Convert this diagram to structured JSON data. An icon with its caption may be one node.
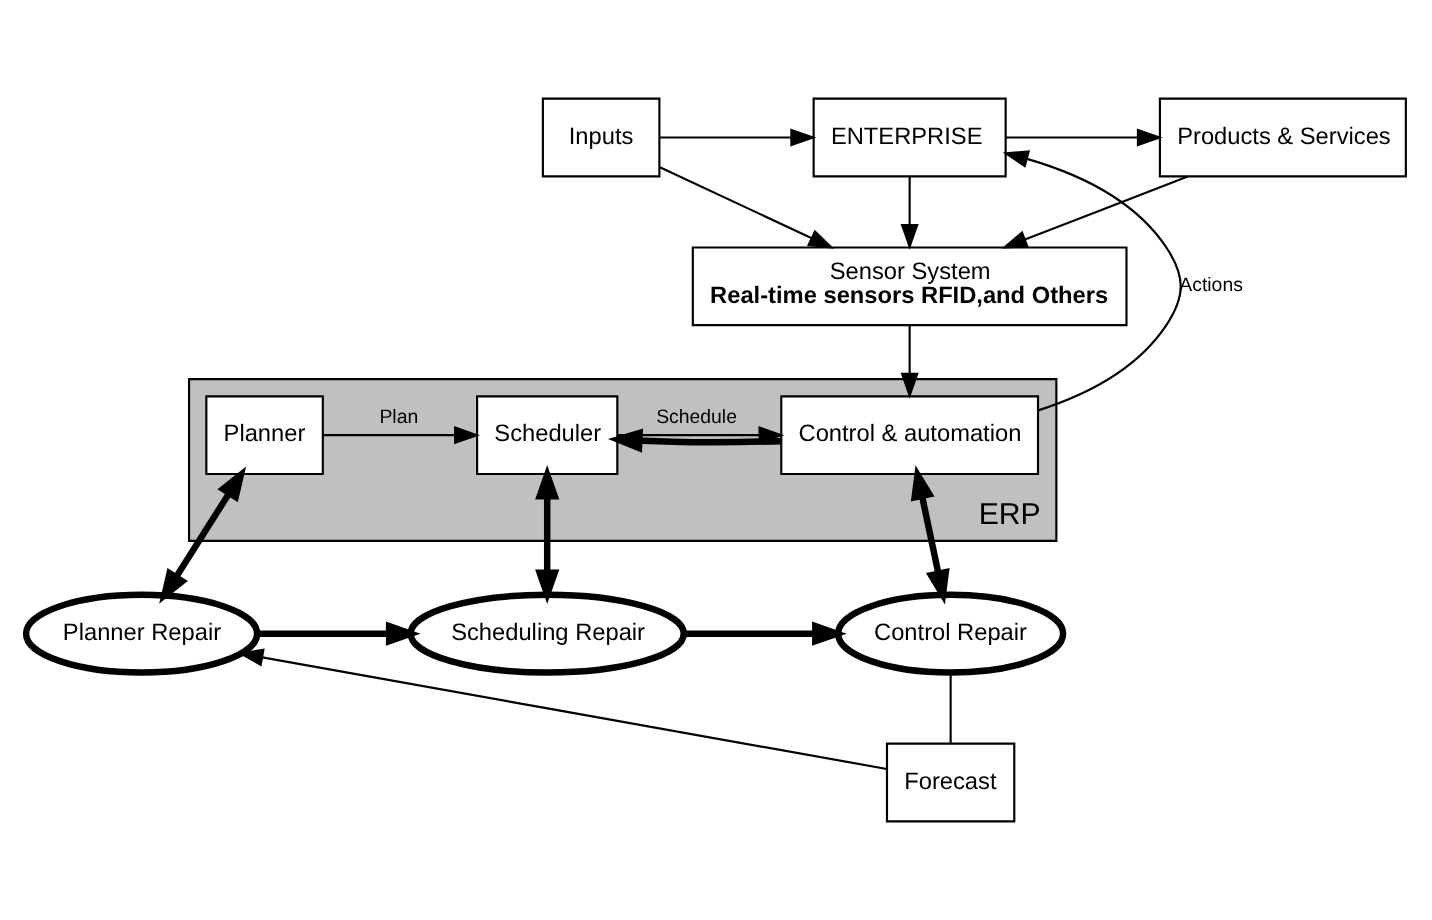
{
  "diagram": {
    "nodes": [
      {
        "text": [
          "Inputs"
        ]
      },
      {
        "text": [
          "ENTERPRISE"
        ]
      },
      {
        "text": [
          "Products & Services"
        ]
      },
      {
        "text": [
          "Sensor System",
          "Real-time sensors RFID,and Others"
        ]
      },
      {
        "text": [
          "ERP"
        ]
      },
      {
        "text": [
          "Planner"
        ],
        "in": 4
      },
      {
        "text": [
          "Scheduler"
        ],
        "in": 4
      },
      {
        "text": [
          "Control & automation"
        ],
        "in": 4
      },
      {
        "text": [
          "Planner Repair"
        ]
      },
      {
        "text": [
          "Scheduling Repair"
        ]
      },
      {
        "text": [
          "Control Repair"
        ]
      },
      {
        "text": [
          "Forecast"
        ]
      }
    ],
    "edges": [
      {
        "from": 0,
        "to": 1,
        "arrow": "to"
      },
      {
        "from": 1,
        "to": 2,
        "arrow": "to"
      },
      {
        "from": 0,
        "to": 3,
        "arrow": "to"
      },
      {
        "from": 1,
        "to": 3,
        "arrow": "to"
      },
      {
        "from": 2,
        "to": 3,
        "arrow": "to"
      },
      {
        "from": 3,
        "to": 7,
        "arrow": "to"
      },
      {
        "from": 5,
        "to": 6,
        "arrow": "to",
        "label": "Plan"
      },
      {
        "from": 6,
        "to": 7,
        "arrow": "to",
        "label": "Schedule"
      },
      {
        "from": 7,
        "to": 6,
        "arrow": "to",
        "style": "thick"
      },
      {
        "from": 7,
        "to": 1,
        "arrow": "to",
        "label": "Actions"
      },
      {
        "from": 5,
        "to": 8,
        "arrow": "both",
        "style": "thick"
      },
      {
        "from": 6,
        "to": 9,
        "arrow": "both",
        "style": "thick"
      },
      {
        "from": 7,
        "to": 10,
        "arrow": "both",
        "style": "thick"
      },
      {
        "from": 8,
        "to": 9,
        "arrow": "to",
        "style": "thick"
      },
      {
        "from": 9,
        "to": 10,
        "arrow": "to",
        "style": "thick"
      },
      {
        "from": 10,
        "to": 11,
        "arrow": "none"
      },
      {
        "from": 11,
        "to": 8,
        "arrow": "to"
      }
    ]
  }
}
